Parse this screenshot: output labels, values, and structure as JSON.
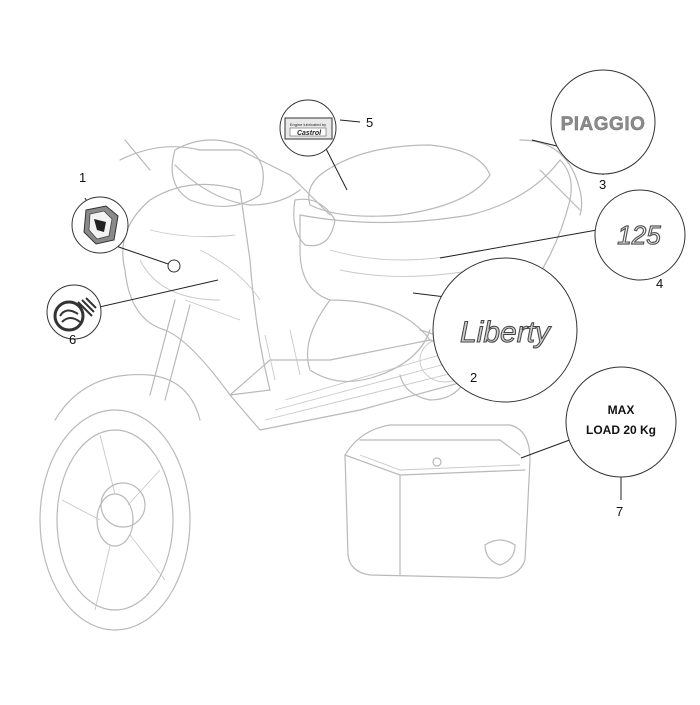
{
  "callouts": [
    {
      "id": "1",
      "label": "1"
    },
    {
      "id": "2",
      "label": "2"
    },
    {
      "id": "3",
      "label": "3"
    },
    {
      "id": "4",
      "label": "4"
    },
    {
      "id": "5",
      "label": "5"
    },
    {
      "id": "6",
      "label": "6"
    },
    {
      "id": "7",
      "label": "7"
    }
  ],
  "decals": {
    "piaggio": "PIAGGIO",
    "displacement": "125",
    "model": "Liberty",
    "max_load_line1": "MAX",
    "max_load_line2": "LOAD 20 Kg",
    "oil_line1": "Engine lubricated by",
    "oil_brand": "Castrol"
  }
}
